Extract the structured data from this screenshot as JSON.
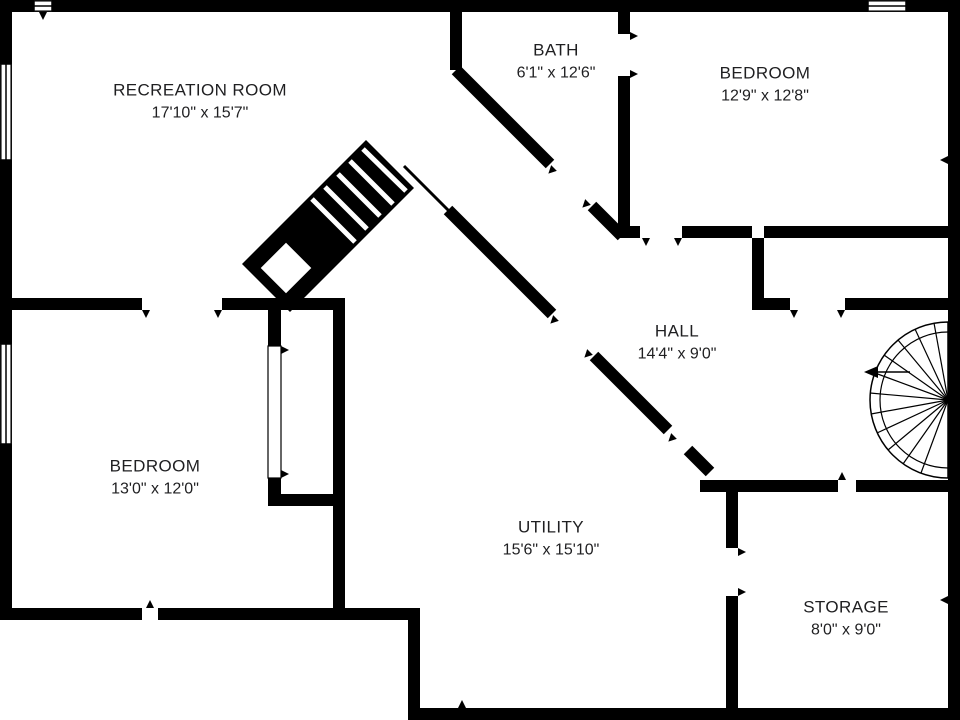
{
  "title": "Basement floor plan",
  "colors": {
    "background": "#ffffff",
    "walls": "#000000",
    "text": "#1f1f21"
  },
  "rooms": [
    {
      "name": "RECREATION ROOM",
      "dims": "17'10\" x 15'7\""
    },
    {
      "name": "BATH",
      "dims": "6'1\" x 12'6\""
    },
    {
      "name": "BEDROOM",
      "dims": "12'9\" x 12'8\""
    },
    {
      "name": "HALL",
      "dims": "14'4\" x 9'0\""
    },
    {
      "name": "BEDROOM",
      "dims": "13'0\" x 12'0\""
    },
    {
      "name": "UTILITY",
      "dims": "15'6\" x 15'10\""
    },
    {
      "name": "STORAGE",
      "dims": "8'0\" x 9'0\""
    }
  ],
  "icons": [
    {
      "name": "staircase-icon",
      "meaning": "straight stair run with treads"
    },
    {
      "name": "winder-stairs-icon",
      "meaning": "curved fan stair"
    },
    {
      "name": "stair-direction-arrow-icon",
      "meaning": "direction of travel arrow"
    },
    {
      "name": "window-icon",
      "meaning": "window opening in wall"
    },
    {
      "name": "door-tick-icon",
      "meaning": "door / opening marker"
    }
  ]
}
